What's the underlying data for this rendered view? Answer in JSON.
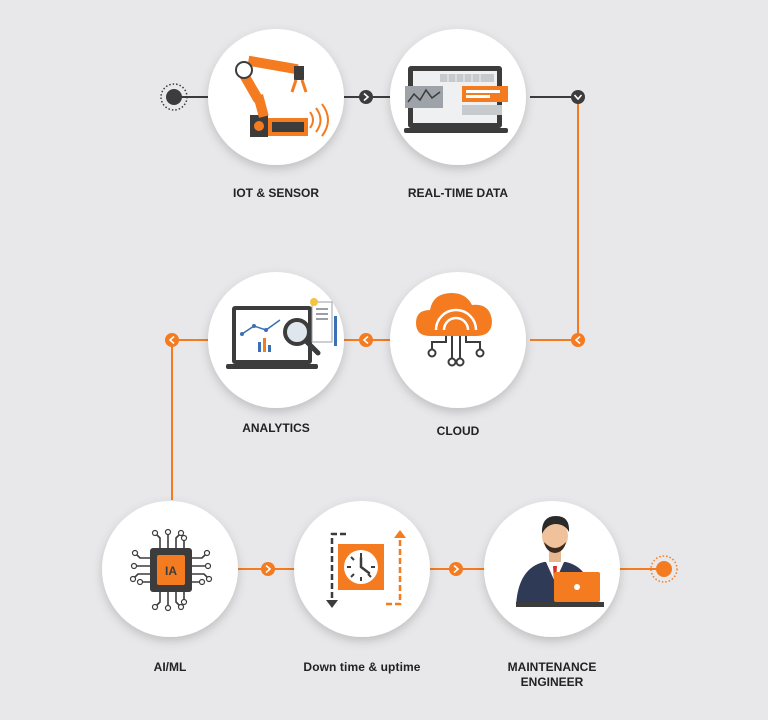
{
  "diagram": {
    "steps": [
      {
        "id": "iot",
        "label": "IOT & SENSOR",
        "icon": "robot-arm-icon"
      },
      {
        "id": "realtime",
        "label": "REAL-TIME DATA",
        "icon": "monitor-dashboard-icon"
      },
      {
        "id": "cloud",
        "label": "CLOUD",
        "icon": "cloud-network-icon"
      },
      {
        "id": "analytics",
        "label": "ANALYTICS",
        "icon": "analytics-magnifier-icon"
      },
      {
        "id": "aiml",
        "label": "AI/ML",
        "icon": "ai-chip-icon"
      },
      {
        "id": "downtime",
        "label": "Down time & uptime",
        "icon": "clock-cycle-icon"
      },
      {
        "id": "engineer",
        "label_line1": "MAINTENANCE",
        "label_line2": "ENGINEER",
        "icon": "engineer-laptop-icon"
      }
    ],
    "colors": {
      "background": "#e8e8ea",
      "accent": "#f47b20",
      "dark": "#3c3c3c",
      "circle": "#ffffff",
      "text": "#222222"
    }
  }
}
